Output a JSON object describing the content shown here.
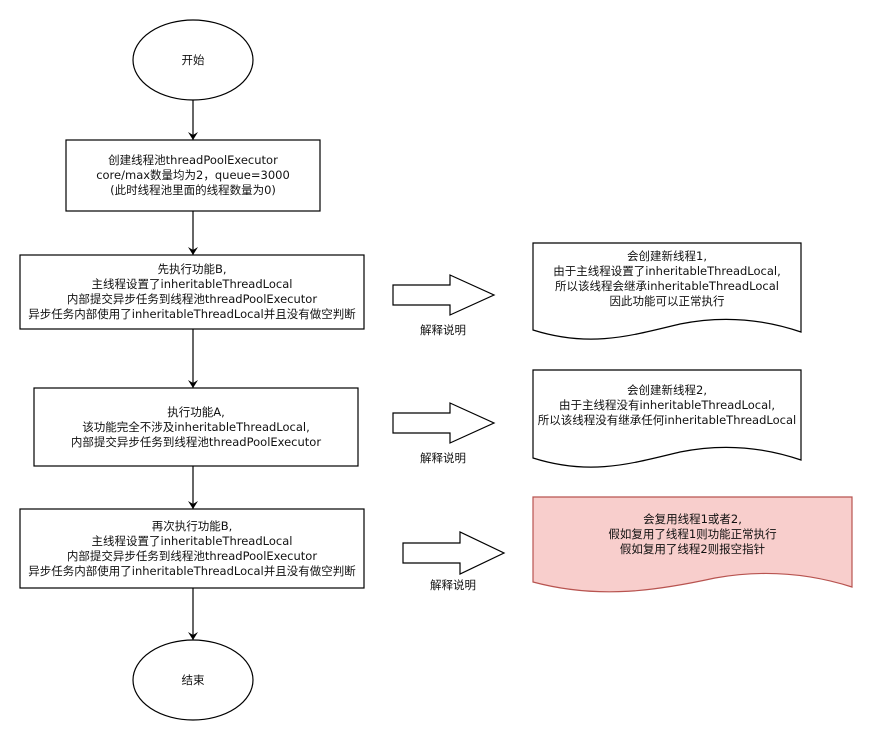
{
  "colors": {
    "stroke": "#000000",
    "fill": "#ffffff",
    "highlight_fill": "#f8cecc",
    "highlight_stroke": "#b85450"
  },
  "nodes": {
    "start": {
      "shape": "ellipse",
      "label": "开始"
    },
    "create_pool": {
      "shape": "rect",
      "lines": [
        "创建线程池threadPoolExecutor",
        "core/max数量均为2，queue=3000",
        "(此时线程池里面的线程数量为0)"
      ]
    },
    "run_b_first": {
      "shape": "rect",
      "lines": [
        "先执行功能B,",
        "主线程设置了inheritableThreadLocal",
        "内部提交异步任务到线程池threadPoolExecutor",
        "异步任务内部使用了inheritableThreadLocal并且没有做空判断"
      ]
    },
    "run_a": {
      "shape": "rect",
      "lines": [
        "执行功能A,",
        "该功能完全不涉及inheritableThreadLocal,",
        "内部提交异步任务到线程池threadPoolExecutor"
      ]
    },
    "run_b_again": {
      "shape": "rect",
      "lines": [
        "再次执行功能B,",
        "主线程设置了inheritableThreadLocal",
        "内部提交异步任务到线程池threadPoolExecutor",
        "异步任务内部使用了inheritableThreadLocal并且没有做空判断"
      ]
    },
    "end": {
      "shape": "ellipse",
      "label": "结束"
    }
  },
  "explanations": [
    {
      "arrow_label": "解释说明",
      "lines": [
        "会创建新线程1,",
        "由于主线程设置了inheritableThreadLocal,",
        "所以该线程会继承inheritableThreadLocal",
        "因此功能可以正常执行"
      ],
      "highlight": false
    },
    {
      "arrow_label": "解释说明",
      "lines": [
        "会创建新线程2,",
        "由于主线程没有inheritableThreadLocal,",
        "所以该线程没有继承任何inheritableThreadLocal"
      ],
      "highlight": false
    },
    {
      "arrow_label": "解释说明",
      "lines": [
        "会复用线程1或者2,",
        "假如复用了线程1则功能正常执行",
        "假如复用了线程2则报空指针"
      ],
      "highlight": true
    }
  ],
  "edges": [
    {
      "from": "start",
      "to": "create_pool"
    },
    {
      "from": "create_pool",
      "to": "run_b_first"
    },
    {
      "from": "run_b_first",
      "to": "run_a"
    },
    {
      "from": "run_a",
      "to": "run_b_again"
    },
    {
      "from": "run_b_again",
      "to": "end"
    }
  ]
}
